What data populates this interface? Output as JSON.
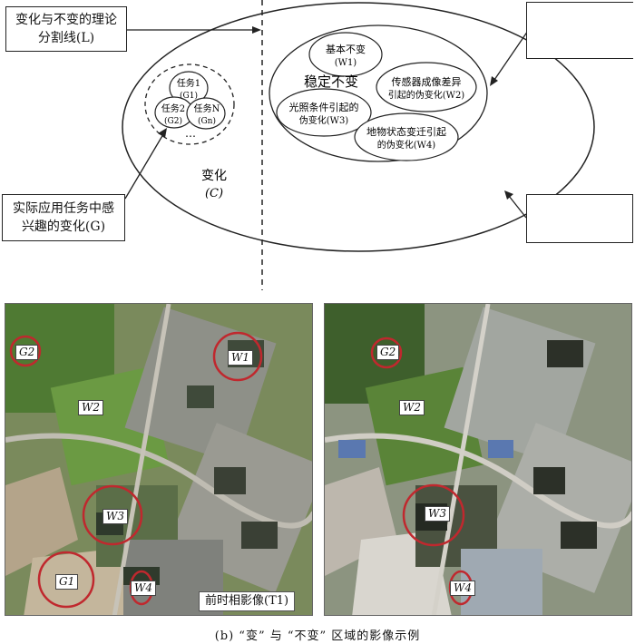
{
  "boxes": {
    "divider_label_line1": "变化与不变的理论",
    "divider_label_line2": "分割线(L)",
    "interest_label_line1": "实际应用任务中感",
    "interest_label_line2": "兴趣的变化(G)"
  },
  "diagram": {
    "change_label": "变化",
    "change_symbol": "(C)",
    "stable_label": "稳定不变",
    "tasks": {
      "task1_line1": "任务1",
      "task1_line2": "(G1)",
      "task2_line1": "任务2",
      "task2_line2": "(G2)",
      "taskn_line1": "任务N",
      "taskn_line2": "(Gn)",
      "ellipsis": "…"
    },
    "invariant": {
      "w1_line1": "基本不变",
      "w1_line2": "(W1)",
      "w2_line1": "传感器成像差异",
      "w2_line2": "引起的伪变化(W2)",
      "w3_line1": "光照条件引起的",
      "w3_line2": "伪变化(W3)",
      "w4_line1": "地物状态变迁引起",
      "w4_line2": "的伪变化(W4)"
    }
  },
  "photos": {
    "left_caption": "前时相影像(T1)",
    "tags": {
      "g1": "G1",
      "g2": "G2",
      "w1": "W1",
      "w2": "W2",
      "w3": "W3",
      "w4": "W4"
    }
  },
  "figure_caption": "(b) “变” 与 “不变” 区域的影像示例",
  "colors": {
    "marker_red": "#c0282e",
    "vegetation": "#5f8f3e",
    "urban": "#8a8c86"
  }
}
